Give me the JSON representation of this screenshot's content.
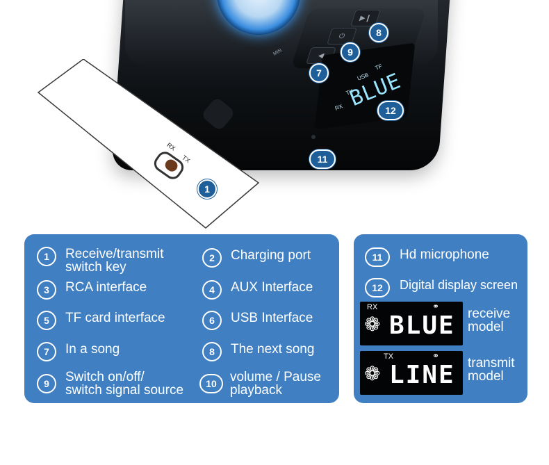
{
  "illustration": {
    "knob_label": "MIN",
    "paper_switch_labels": [
      "RX",
      "TX"
    ],
    "screen_indicators": [
      "RX",
      "TX",
      "USB",
      "TF"
    ],
    "screen_text": "BLUE",
    "callouts": [
      "1",
      "7",
      "8",
      "9",
      "11",
      "12"
    ],
    "button_icons": [
      "prev-icon",
      "power-icon",
      "next-icon"
    ]
  },
  "legend_left": [
    {
      "num": "1",
      "label": "Receive/transmit\nswitch key"
    },
    {
      "num": "2",
      "label": "Charging port"
    },
    {
      "num": "3",
      "label": "RCA interface"
    },
    {
      "num": "4",
      "label": "AUX Interface"
    },
    {
      "num": "5",
      "label": "TF card interface"
    },
    {
      "num": "6",
      "label": "USB Interface"
    },
    {
      "num": "7",
      "label": "In a song"
    },
    {
      "num": "8",
      "label": "The next song"
    },
    {
      "num": "9",
      "label": "Switch on/off/\nswitch signal source"
    },
    {
      "num": "10",
      "label": "volume / Pause\nplayback"
    }
  ],
  "legend_right": [
    {
      "num": "11",
      "label": "Hd microphone"
    },
    {
      "num": "12",
      "label": "Digital display screen"
    }
  ],
  "modes": [
    {
      "indicator": "RX",
      "display": "BLUE",
      "caption": "receive\nmodel"
    },
    {
      "indicator": "TX",
      "display": "LINE",
      "caption": "transmit\nmodel"
    }
  ],
  "colors": {
    "panel": "#3f7fc2",
    "badge": "#1f5f99",
    "lcd_text": "#9ae6ff"
  }
}
